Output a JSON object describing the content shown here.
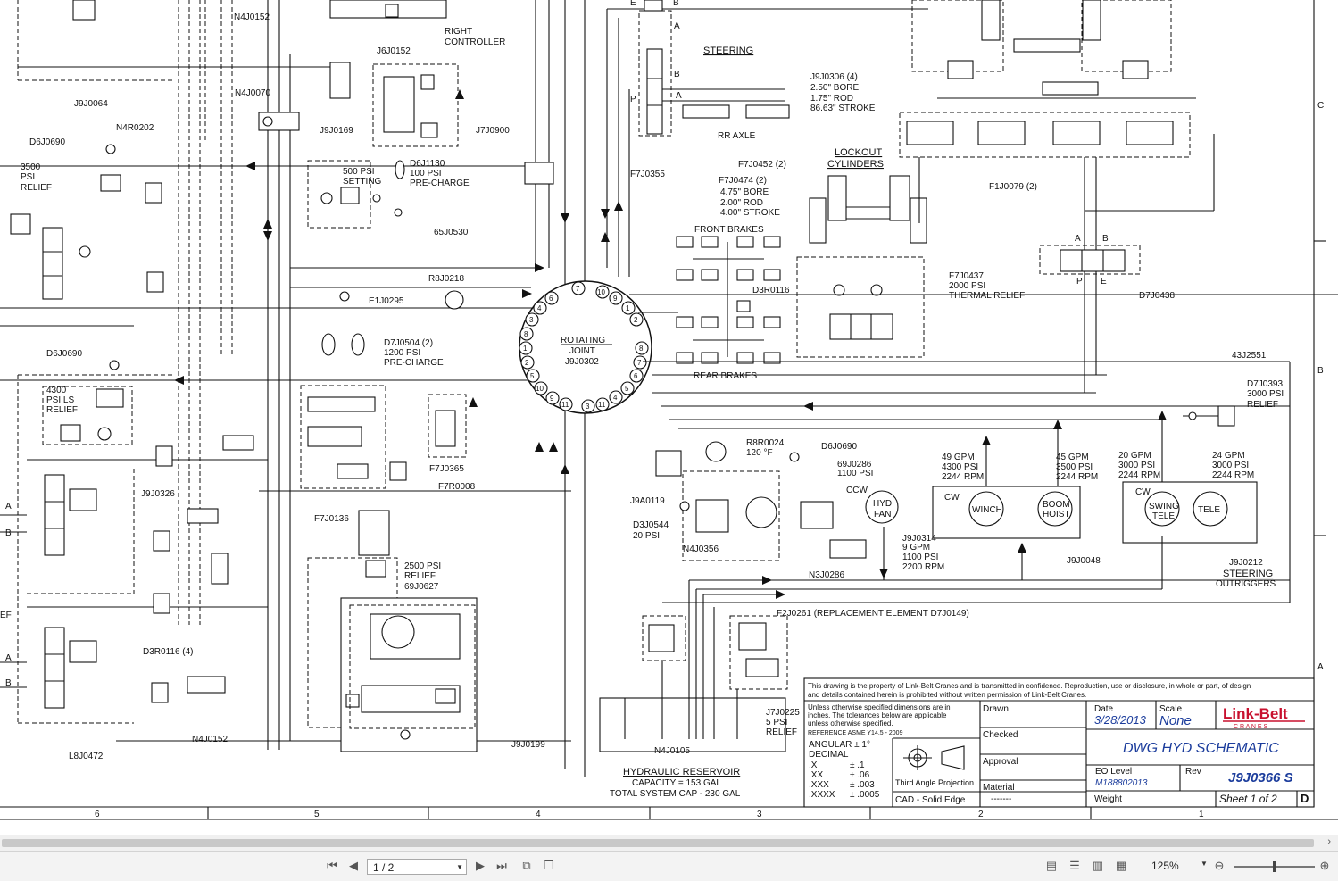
{
  "drawing": {
    "top_labels": {
      "right_controller": [
        "RIGHT",
        "CONTROLLER"
      ],
      "steering": "STEERING",
      "rr_axle": "RR AXLE",
      "lockout": [
        "LOCKOUT",
        "CYLINDERS"
      ],
      "front_brakes": "FRONT BRAKES",
      "rear_brakes": "REAR BRAKES",
      "rotating_joint": [
        "ROTATING",
        "JOINT",
        "J9J0302"
      ],
      "hyd_reservoir": "HYDRAULIC RESERVOIR",
      "capacity": "CAPACITY = 153 GAL",
      "total_cap": "TOTAL SYSTEM CAP - 230 GAL"
    },
    "part_labels": {
      "n4j0152_top": "N4J0152",
      "j9j0064": "J9J0064",
      "j6j0152": "J6J0152",
      "n4j0070": "N4J0070",
      "j9j0169": "J9J0169",
      "n4r0202": "N4R0202",
      "d6j0690_top": "D6J0690",
      "relief_3500": [
        "3500",
        "PSI",
        "RELIEF"
      ],
      "psi_setting": [
        "500 PSI",
        "SETTING"
      ],
      "d6j1130": [
        "D6J1130",
        "100 PSI",
        "PRE-CHARGE"
      ],
      "j7j0900": "J7J0900",
      "j65j0530": "65J0530",
      "r8j0218": "R8J0218",
      "e1j0295": "E1J0295",
      "d6j0690_mid": "D6J0690",
      "relief_4300": [
        "4300",
        "PSI LS",
        "RELIEF"
      ],
      "d7j0504": [
        "D7J0504 (2)",
        "1200 PSI",
        "PRE-CHARGE"
      ],
      "f7j0365": "F7J0365",
      "f7r0008": "F7R0008",
      "f7j0136": "F7J0136",
      "j9j0326": "J9J0326",
      "relief_2500": [
        "2500 PSI",
        "RELIEF",
        "69J0627"
      ],
      "d3r0116_4": "D3R0116 (4)",
      "n4j0152_bot": "N4J0152",
      "l8j0472": "L8J0472",
      "j9j0199": "J9J0199",
      "f7j0355": "F7J0355",
      "f7j0452": "F7J0452 (2)",
      "f7j0474": [
        "F7J0474 (2)",
        "4.75\" BORE",
        "2.00\" ROD",
        "4.00\" STROKE"
      ],
      "d3r0116": "D3R0116",
      "j9j0306": [
        "J9J0306 (4)",
        "2.50\" BORE",
        "1.75\" ROD",
        "86.63\" STROKE"
      ],
      "f1j0079": "F1J0079 (2)",
      "f7j0437": [
        "F7J0437",
        "2000 PSI",
        "THERMAL RELIEF"
      ],
      "d7j0438": "D7J0438",
      "j43j2551": "43J2551",
      "d7j0393": [
        "D7J0393",
        "3000 PSI",
        "RELIEF"
      ],
      "r8r0024": [
        "R8R0024",
        "120 °F"
      ],
      "d6j0690_r": "D6J0690",
      "j69j0286": [
        "69J0286",
        "1100 PSI"
      ],
      "ccw": "CCW",
      "hyd_fan": [
        "HYD",
        "FAN"
      ],
      "j9a0119": "J9A0119",
      "d3j0544": [
        "D3J0544",
        "20 PSI"
      ],
      "n4j0356": "N4J0356",
      "j9j0314": [
        "J9J0314",
        "9 GPM",
        "1100 PSI",
        "2200 RPM"
      ],
      "n3j0286": "N3J0286",
      "winch_spec": [
        "49 GPM",
        "4300 PSI",
        "2244 RPM"
      ],
      "hoist_spec": [
        "45 GPM",
        "3500 PSI",
        "2244 RPM"
      ],
      "cw1": "CW",
      "winch": "WINCH",
      "boom_hoist": [
        "BOOM",
        "HOIST"
      ],
      "j9j0048": "J9J0048",
      "swing_spec": [
        "20 GPM",
        "3000 PSI",
        "2244 RPM"
      ],
      "tele_spec": [
        "24 GPM",
        "3000 PSI",
        "2244 RPM"
      ],
      "cw2": "CW",
      "swing_tele": [
        "SWING",
        "TELE"
      ],
      "tele": "TELE",
      "j9j0212": "J9J0212",
      "steer_out": [
        "STEERING",
        "OUTRIGGERS"
      ],
      "f2j0261": "F2J0261 (REPLACEMENT ELEMENT D7J0149)",
      "j7j0225": [
        "J7J0225",
        "5 PSI",
        "RELIEF"
      ],
      "n4j0105": "N4J0105",
      "port_a1": "A",
      "port_b1": "B",
      "port_a2": "A",
      "port_b2": "B",
      "port_p": "P",
      "port_e_top": "E",
      "port_b_top": "B",
      "port_a_top": "A",
      "d7_a": "A",
      "d7_b": "B",
      "d7_p": "P",
      "d7_e": "E",
      "ef": "EF"
    },
    "zones_right": [
      "C",
      "B",
      "A"
    ],
    "zones_bottom": [
      "6",
      "5",
      "4",
      "3",
      "2",
      "1"
    ],
    "joint_ports": [
      "7",
      "10",
      "9",
      "1",
      "2",
      "6",
      "4",
      "3",
      "8",
      "1",
      "2",
      "5",
      "10",
      "9",
      "11",
      "3",
      "11",
      "4",
      "5",
      "6",
      "7",
      "8"
    ]
  },
  "title_block": {
    "notice": [
      "This drawing is the property of Link-Belt Cranes and is transmitted in confidence. Reproduction, use or disclosure, in whole or part, of design",
      "and details contained herein is prohibited without written permission of Link-Belt Cranes."
    ],
    "tolerance_text": [
      "Unless otherwise specified dimensions are in",
      "inches.  The tolerances below are applicable",
      "unless otherwise specified.",
      "REFERENCE ASME Y14.5 - 2009"
    ],
    "angular": "ANGULAR   ± 1°",
    "decimal": "DECIMAL",
    "tol_rows": [
      [
        ".X",
        "± .1"
      ],
      [
        ".XX",
        "± .06"
      ],
      [
        ".XXX",
        "± .003"
      ],
      [
        ".XXXX",
        "± .0005"
      ]
    ],
    "projection": "Third Angle Projection",
    "cad": "CAD - Solid Edge",
    "drawn_label": "Drawn",
    "checked_label": "Checked",
    "approval_label": "Approval",
    "material_label": "Material",
    "material_value": "-------",
    "date_label": "Date",
    "date_value": "3/28/2013",
    "scale_label": "Scale",
    "scale_value": "None",
    "logo_main": "Link-Belt",
    "logo_sub": "C R A N E S",
    "title": "DWG HYD SCHEMATIC",
    "eo_label": "EO Level",
    "eo_value": "M188802013",
    "rev_label": "Rev",
    "dwg_number": "J9J0366 S",
    "weight_label": "Weight",
    "sheet": "Sheet 1 of 2",
    "size": "D"
  },
  "viewer": {
    "page_value": "1 / 2",
    "zoom": "125%",
    "icons": [
      "first-page-icon",
      "prev-page-icon",
      "next-page-icon",
      "last-page-icon",
      "copy-icon",
      "paste-icon",
      "single-page-icon",
      "continuous-icon",
      "two-page-icon",
      "two-page-continuous-icon",
      "zoom-out-icon",
      "zoom-in-icon"
    ]
  }
}
